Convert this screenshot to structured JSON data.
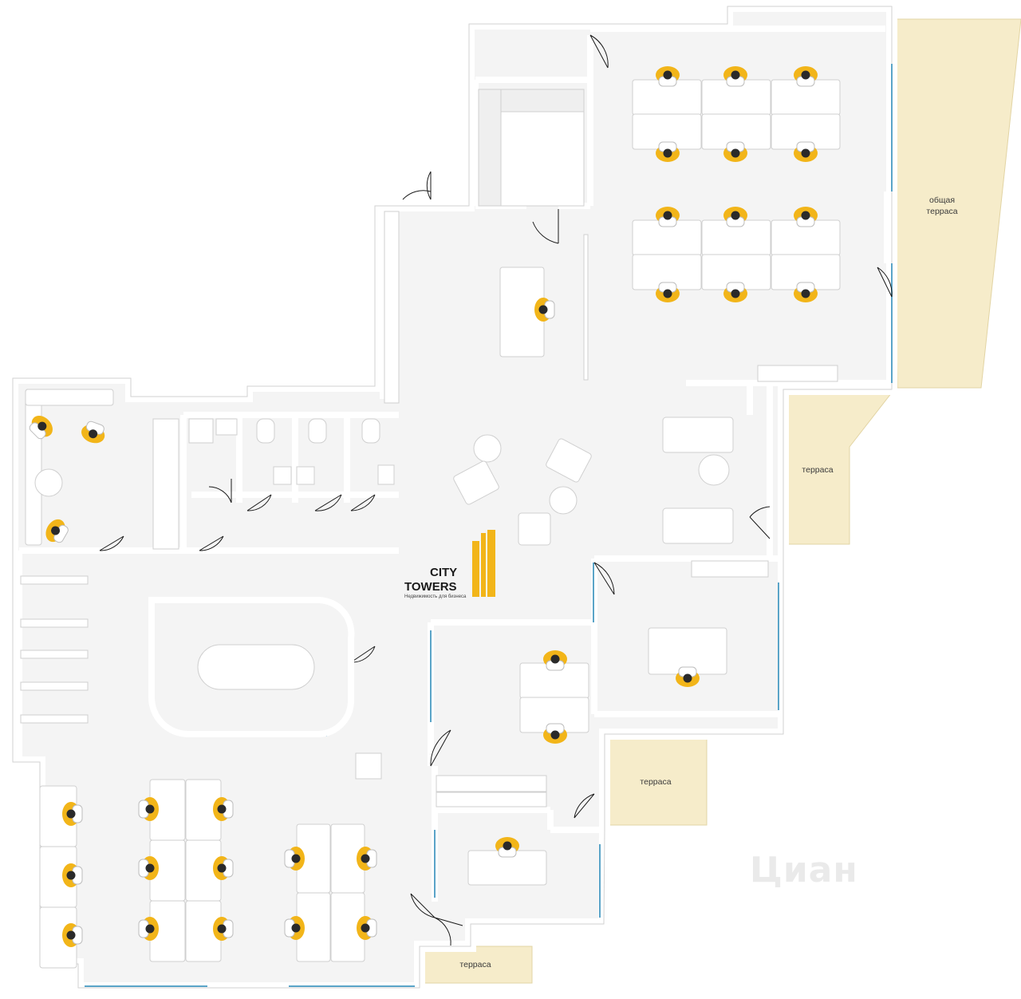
{
  "plan": {
    "colors": {
      "wall": "#ffffff",
      "wall_edge": "#d2d2d2",
      "floor": "#f4f4f4",
      "terrace": "#f6ecca",
      "terrace_edge": "#e2d4a4",
      "glass": "#5aa4c8",
      "furniture": "#ffffff",
      "furniture_edge": "#cfcfcf",
      "accent": "#f2b519",
      "person": "#2a2a2a"
    },
    "terraces": [
      {
        "label": "общая терраса",
        "lines": [
          "общая",
          "терраса"
        ]
      },
      {
        "label": "терраса"
      },
      {
        "label": "терраса"
      },
      {
        "label": "терраса"
      }
    ]
  },
  "logo": {
    "line1": "CITY",
    "line2": "TOWERS",
    "tagline": "Недвижимость для бизнеса"
  },
  "watermark": {
    "text": "Циан"
  }
}
